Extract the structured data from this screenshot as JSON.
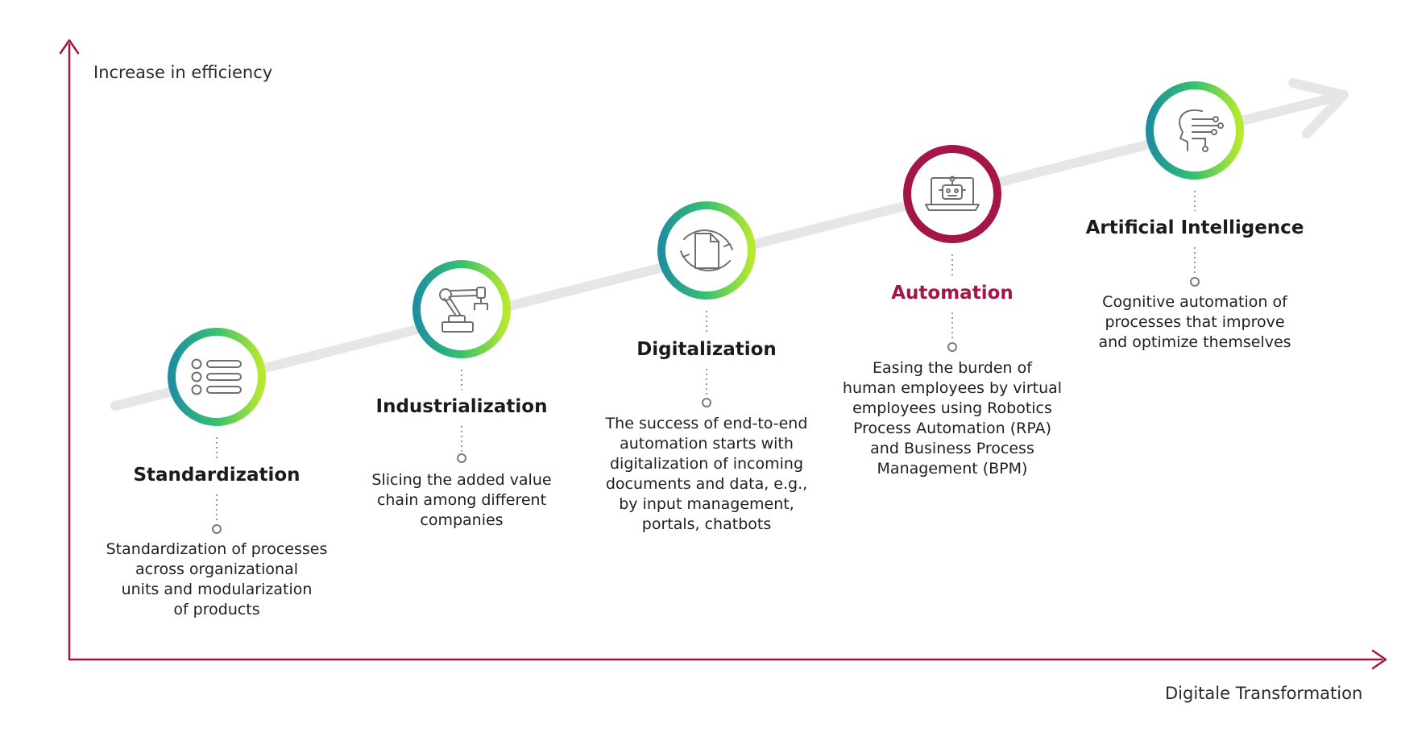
{
  "axes": {
    "y_label": "Increase in efficiency",
    "x_label": "Digitale Transformation"
  },
  "colors": {
    "axis": "#a31647",
    "accent": "#a31647",
    "arrow": "#e6e6e6",
    "ring_teal": "#1f8fa0",
    "ring_green": "#36c26d",
    "ring_lime": "#b7e92e",
    "icon_gray": "#6f6f6f"
  },
  "stages": [
    {
      "title": "Standardization",
      "icon": "list-icon",
      "desc_lines": [
        "Standardization of processes",
        "across organizational",
        "units and modularization",
        "of products"
      ]
    },
    {
      "title": "Industrialization",
      "icon": "robot-arm-icon",
      "desc_lines": [
        "Slicing the added value",
        "chain among different",
        "companies"
      ]
    },
    {
      "title": "Digitalization",
      "icon": "document-cycle-icon",
      "desc_lines": [
        "The success of end-to-end",
        "automation starts with",
        "digitalization of incoming",
        "documents and data, e.g.,",
        "by input management,",
        "portals, chatbots"
      ]
    },
    {
      "title": "Automation",
      "icon": "laptop-robot-icon",
      "desc_lines": [
        "Easing the burden of",
        "human employees by virtual",
        "employees using Robotics",
        "Process Automation (RPA)",
        "and Business Process",
        "Management (BPM)"
      ]
    },
    {
      "title": "Artificial Intelligence",
      "icon": "ai-head-icon",
      "desc_lines": [
        "Cognitive automation of",
        "processes that improve",
        "and optimize themselves"
      ]
    }
  ]
}
